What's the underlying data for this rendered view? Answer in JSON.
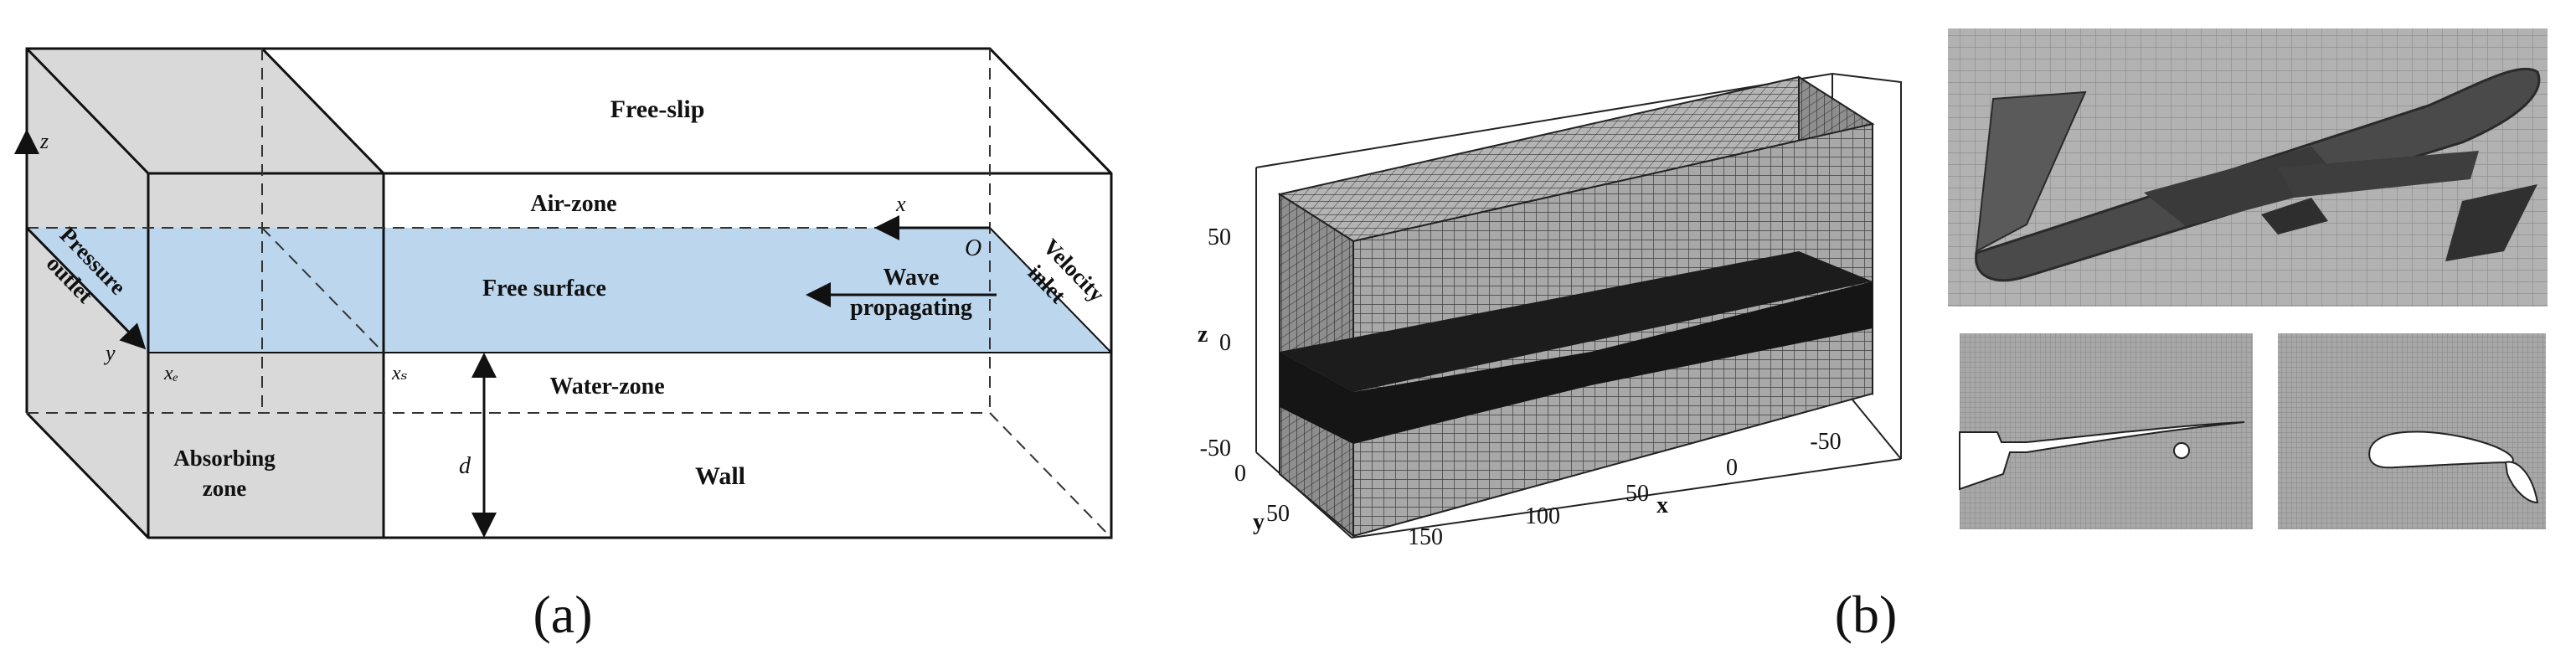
{
  "panel_a": {
    "caption": "(a)",
    "labels": {
      "free_slip": "Free-slip",
      "air_zone": "Air-zone",
      "free_surface": "Free surface",
      "water_zone": "Water-zone",
      "wall": "Wall",
      "absorbing_line1": "Absorbing",
      "absorbing_line2": "zone",
      "wave_line1": "Wave",
      "wave_line2": "propagating",
      "velocity_line1": "Velocity",
      "velocity_line2": "inlet",
      "pressure_line1": "Pressure",
      "pressure_line2": "outlet"
    },
    "symbols": {
      "z": "z",
      "x": "x",
      "y": "y",
      "origin": "O",
      "d": "d",
      "xe": "xₑ",
      "xs": "xₛ"
    },
    "colors": {
      "water_surface": "#bcd6ee",
      "absorbing_zone": "#d9d9d9",
      "line": "#111111"
    }
  },
  "panel_b": {
    "caption": "(b)",
    "axis_labels": {
      "z": "z",
      "x": "x",
      "y": "y"
    },
    "z_ticks": [
      "50",
      "0",
      "-50"
    ],
    "x_ticks": [
      "150",
      "100",
      "50",
      "0",
      "-50"
    ],
    "y_ticks": [
      "0",
      "50"
    ],
    "colors": {
      "mesh_face": "#9a9a9a",
      "mesh_band": "#1a1a1a",
      "mesh_line": "#444444"
    }
  }
}
